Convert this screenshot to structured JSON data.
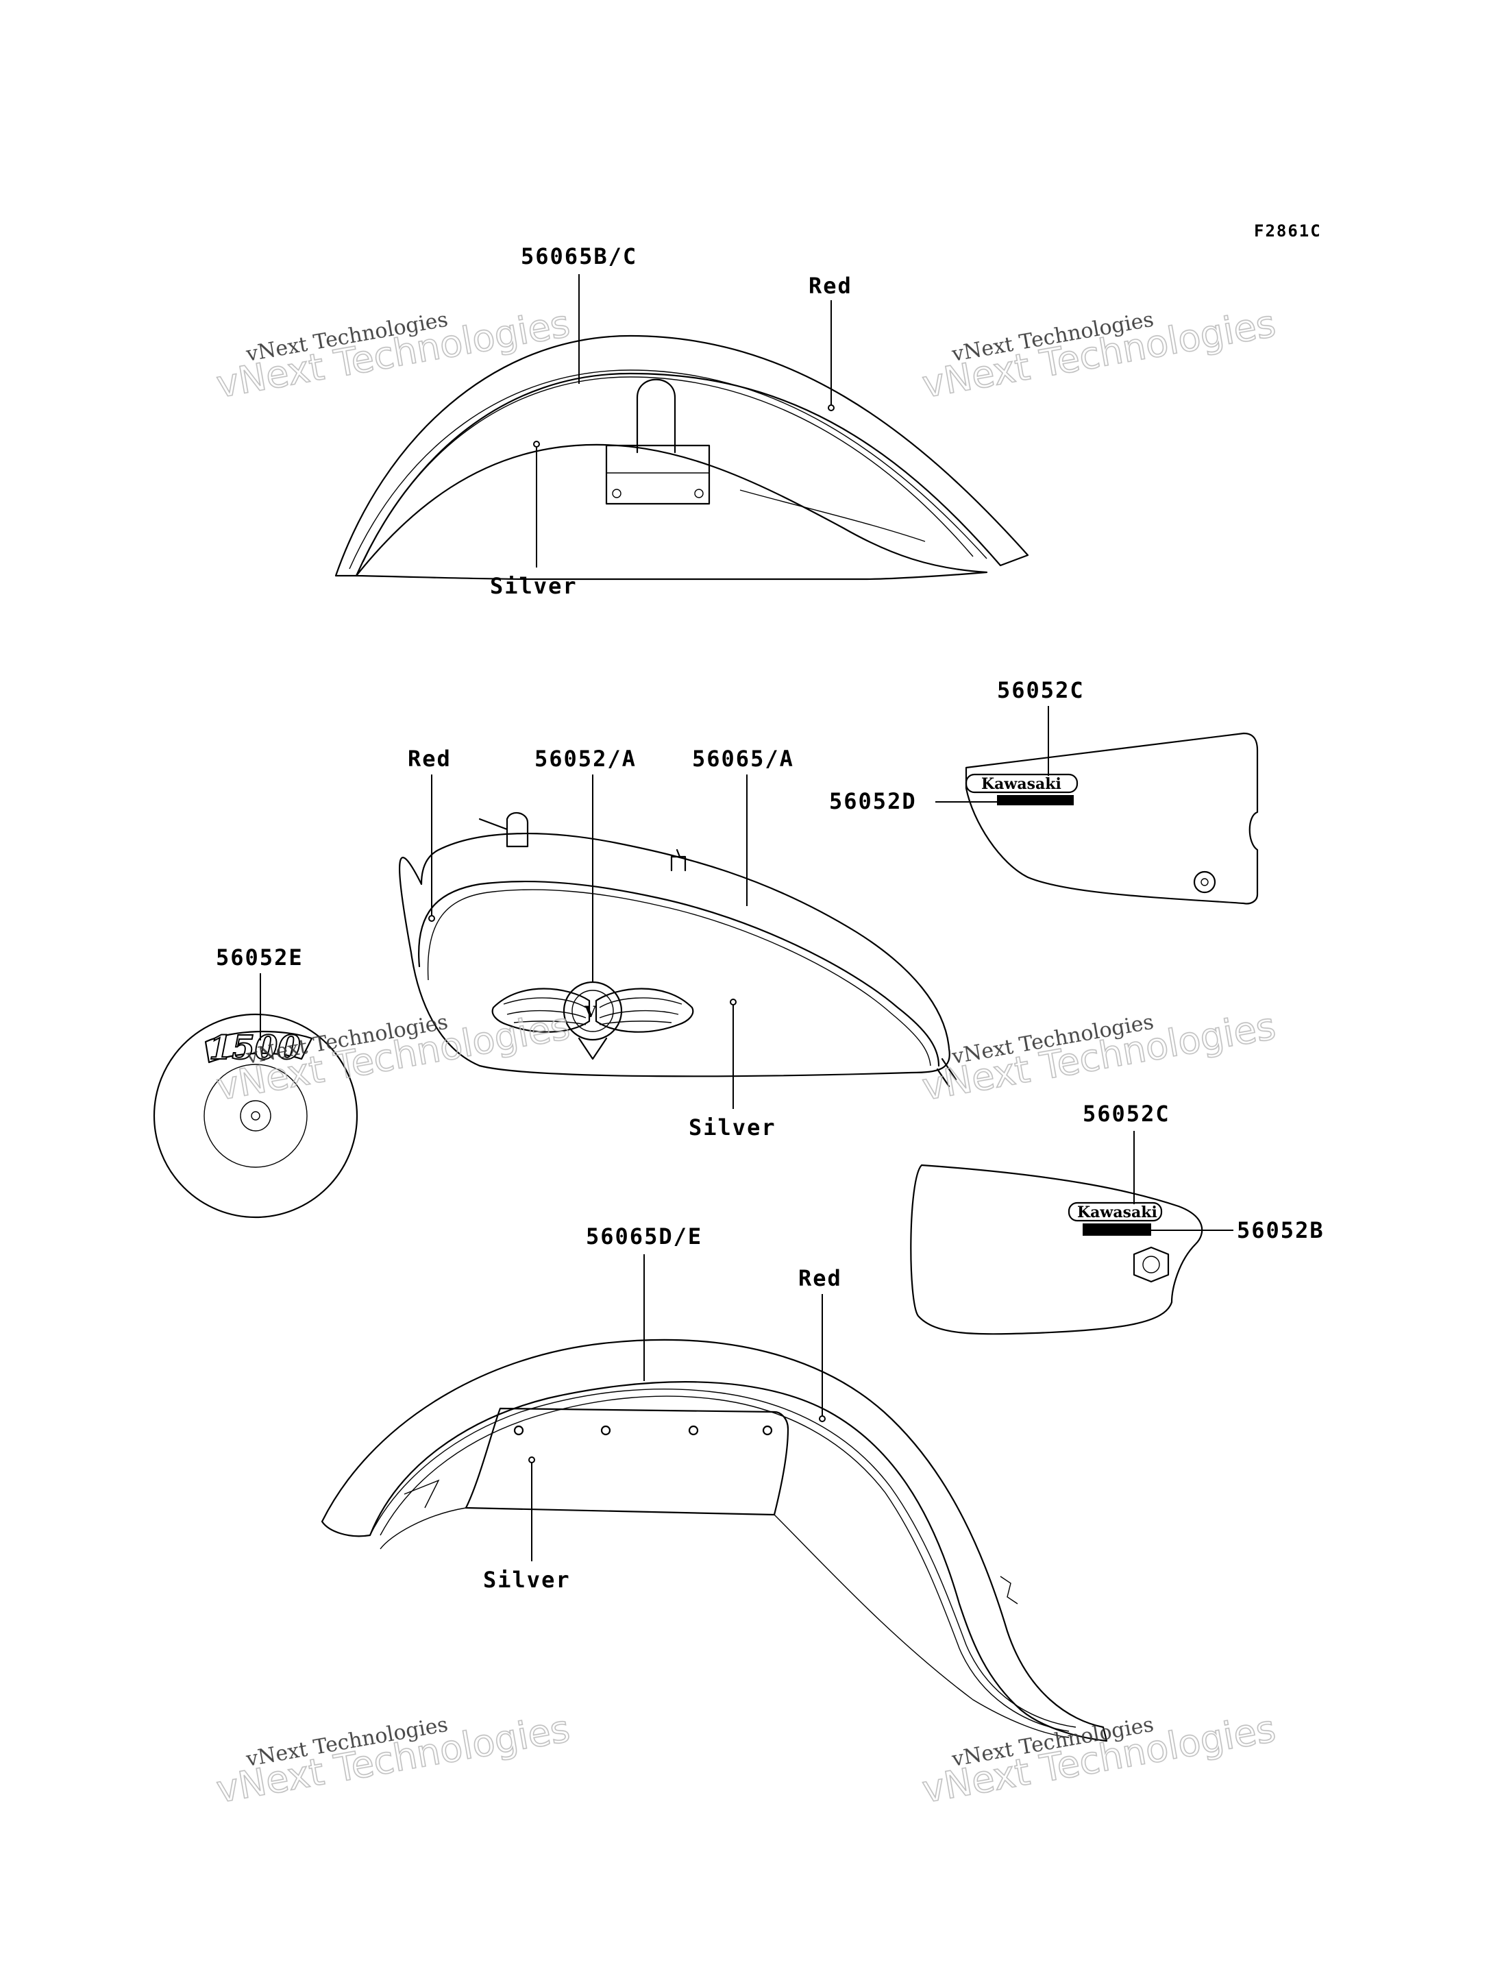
{
  "figure_id": "F2861C",
  "callouts": {
    "front_fender_part": "56065B/C",
    "front_fender_red": "Red",
    "front_fender_silver": "Silver",
    "tank_red": "Red",
    "tank_emblem": "56052/A",
    "tank_stripe": "56065/A",
    "tank_silver": "Silver",
    "right_cover_top": "56052C",
    "right_cover_left": "56052D",
    "air_cleaner_badge": "56052E",
    "left_cover_top": "56052C",
    "left_cover_right": "56052B",
    "rear_fender_part": "56065D/E",
    "rear_fender_red": "Red",
    "rear_fender_silver": "Silver"
  },
  "decals": {
    "brand": "Kawasaki",
    "displacement": "1500",
    "tank_emblem_letter": "V"
  },
  "watermark": {
    "big": "vNext Technologies",
    "small": "vNext Technologies"
  }
}
